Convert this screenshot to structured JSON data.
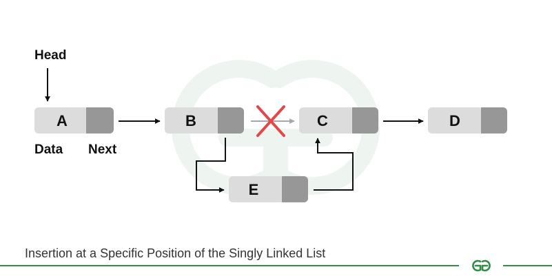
{
  "diagram": {
    "head_label": "Head",
    "data_label": "Data",
    "next_label": "Next",
    "nodes": [
      {
        "id": "A",
        "label": "A"
      },
      {
        "id": "B",
        "label": "B"
      },
      {
        "id": "C",
        "label": "C"
      },
      {
        "id": "D",
        "label": "D"
      },
      {
        "id": "E",
        "label": "E"
      }
    ],
    "removed_link": {
      "from": "B",
      "to": "C"
    },
    "new_links": [
      {
        "from": "B",
        "to": "E"
      },
      {
        "from": "E",
        "to": "C"
      }
    ],
    "caption": "Insertion at a Specific Position of the Singly Linked List",
    "logo_text": "GG"
  },
  "colors": {
    "data_cell": "#dcdcdc",
    "next_cell": "#979797",
    "cross": "#e0484a",
    "faded_arrow": "#a3a9ae",
    "brand_green": "#2f8d46",
    "watermark": "#edf5ef"
  }
}
